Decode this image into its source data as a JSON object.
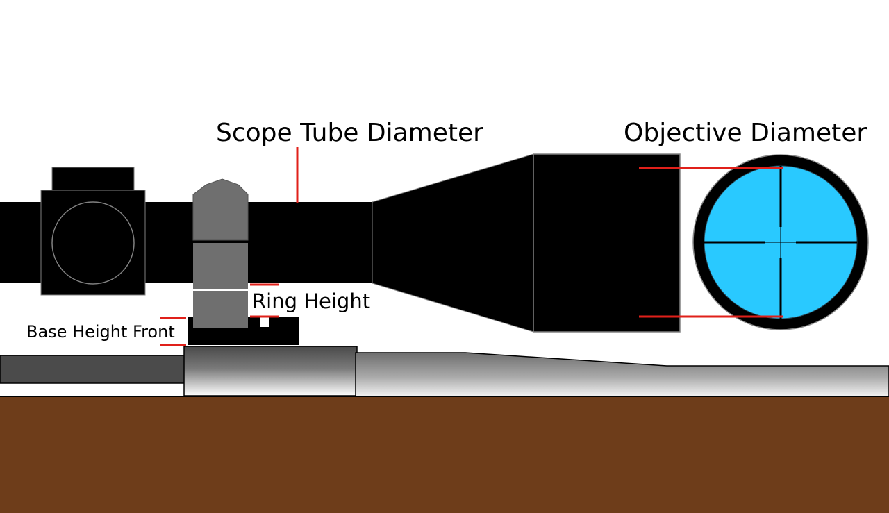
{
  "labels": {
    "scope_tube_diameter": "Scope Tube Diameter",
    "objective_diameter": "Objective Diameter",
    "ring_height": "Ring Height",
    "base_height_front": "Base Height Front"
  },
  "colors": {
    "scope_body": "#000000",
    "ring": "#6f6f6f",
    "lens": "#29c9ff",
    "measure_line": "#e0201a",
    "stock": "#6e3d1a",
    "barrel_dark": "#4b4b4b",
    "background": "#ffffff"
  }
}
